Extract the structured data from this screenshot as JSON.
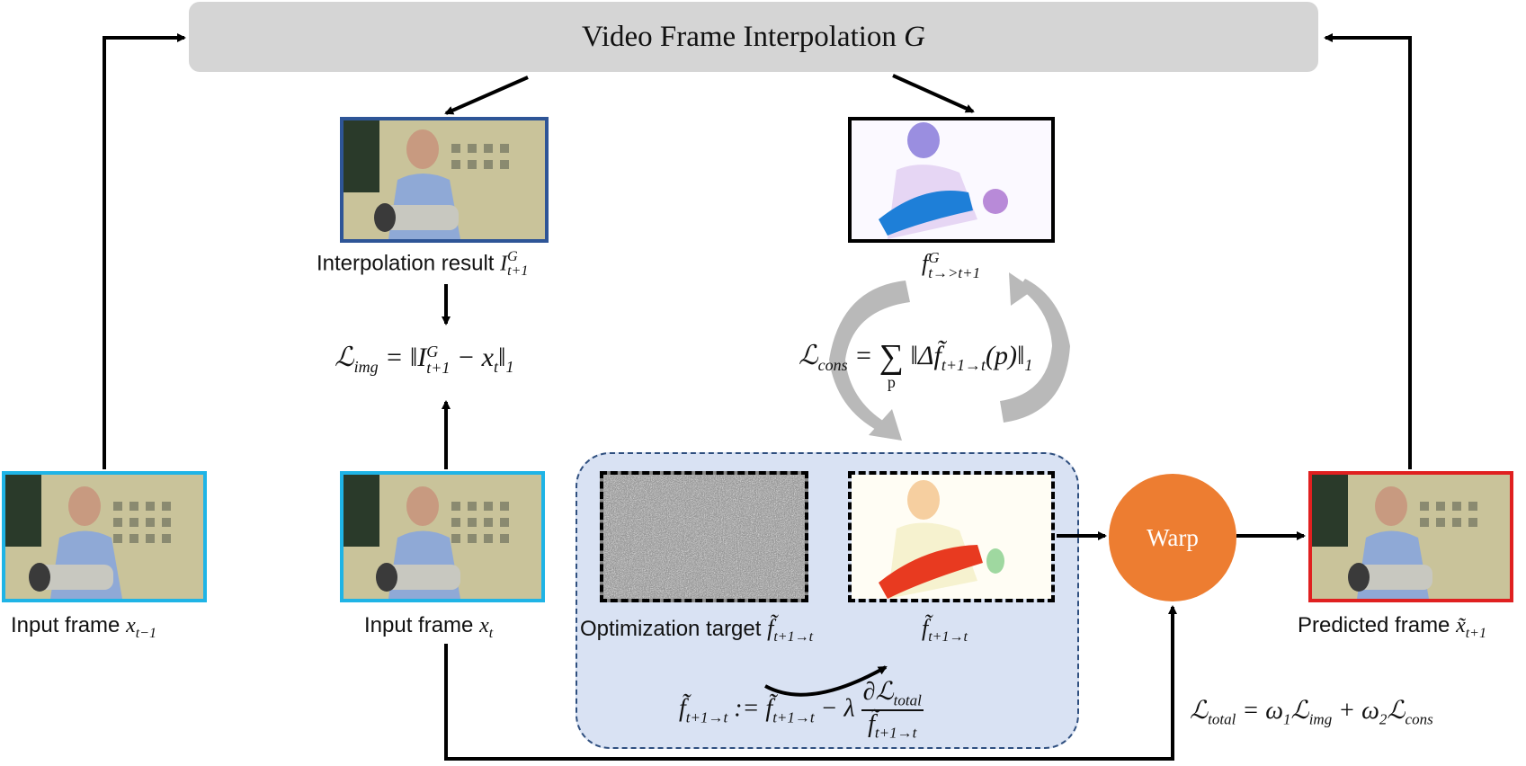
{
  "title": {
    "text": "Video Frame Interpolation ",
    "symbol": "G"
  },
  "labels": {
    "input_prev": {
      "text": "Input frame ",
      "math": "x",
      "sub": "t−1"
    },
    "input_curr": {
      "text": "Input frame ",
      "math": "x",
      "sub": "t"
    },
    "interp_result": {
      "text": "Interpolation result ",
      "math": "I",
      "sup": "G",
      "sub": "t+1"
    },
    "flow_g": {
      "math": "f",
      "sup": "G",
      "sub": "t→>t+1"
    },
    "opt_target": {
      "text": "Optimization target ",
      "math": "f̃",
      "sub": "t+1→t"
    },
    "opt_flow": {
      "math": "f̃",
      "sub": "t+1→t"
    },
    "predicted": {
      "text": "Predicted frame ",
      "math": "x̃",
      "sub": "t+1"
    },
    "warp": "Warp"
  },
  "equations": {
    "l_img": {
      "lhs": "ℒ",
      "lhs_sub": "img",
      "rhs": "= ‖I",
      "rhs_sup": "G",
      "rhs_sub": "t+1",
      "rhs_tail": "− x",
      "tail_sub": "t",
      "close": "‖",
      "norm_sub": "1"
    },
    "l_cons": {
      "lhs": "ℒ",
      "lhs_sub": "cons",
      "eq": "=",
      "sum": "∑",
      "sum_sub": "p",
      "body": "‖Δf̃",
      "body_sub": "t+1→t",
      "body_tail": "(p)‖",
      "norm_sub": "1"
    },
    "update": {
      "lhs": "f̃",
      "lhs_sub": "t+1→t",
      "assign": ":= f̃",
      "assign_sub": "t+1→t",
      "minus": "− λ",
      "num": "∂ℒ",
      "num_sub": "total",
      "den": "f̃",
      "den_sub": "t+1→t"
    },
    "l_total": {
      "lhs": "ℒ",
      "lhs_sub": "total",
      "rhs1": "= ω",
      "w1_sub": "1",
      "l1": "ℒ",
      "l1_sub": "img",
      "plus": "+ ω",
      "w2_sub": "2",
      "l2": "ℒ",
      "l2_sub": "cons"
    }
  },
  "colors": {
    "title_bg": "#d5d5d5",
    "panel_bg": "#d9e2f3",
    "panel_border": "#2f4f7f",
    "warp": "#ed7d31",
    "input_border": "#1fb4e6",
    "interp_border": "#2e5597",
    "pred_border": "#e02020"
  }
}
